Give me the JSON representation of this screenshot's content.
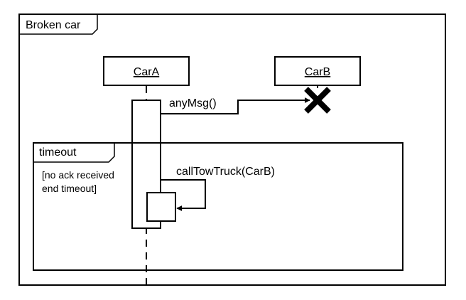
{
  "diagram": {
    "frame_title": "Broken car",
    "lifelines": [
      {
        "name": "CarA"
      },
      {
        "name": "CarB"
      }
    ],
    "messages": [
      {
        "label": "anyMsg()",
        "from": "CarA",
        "to": "CarB",
        "destroys_target": true
      },
      {
        "label": "callTowTruck(CarB)",
        "from": "CarA",
        "to": "CarA",
        "self_call": true
      }
    ],
    "fragment": {
      "operator": "timeout",
      "guard_line1": "[no ack received",
      "guard_line2": "end timeout]"
    },
    "destroy_icon": "x-cross-icon"
  }
}
